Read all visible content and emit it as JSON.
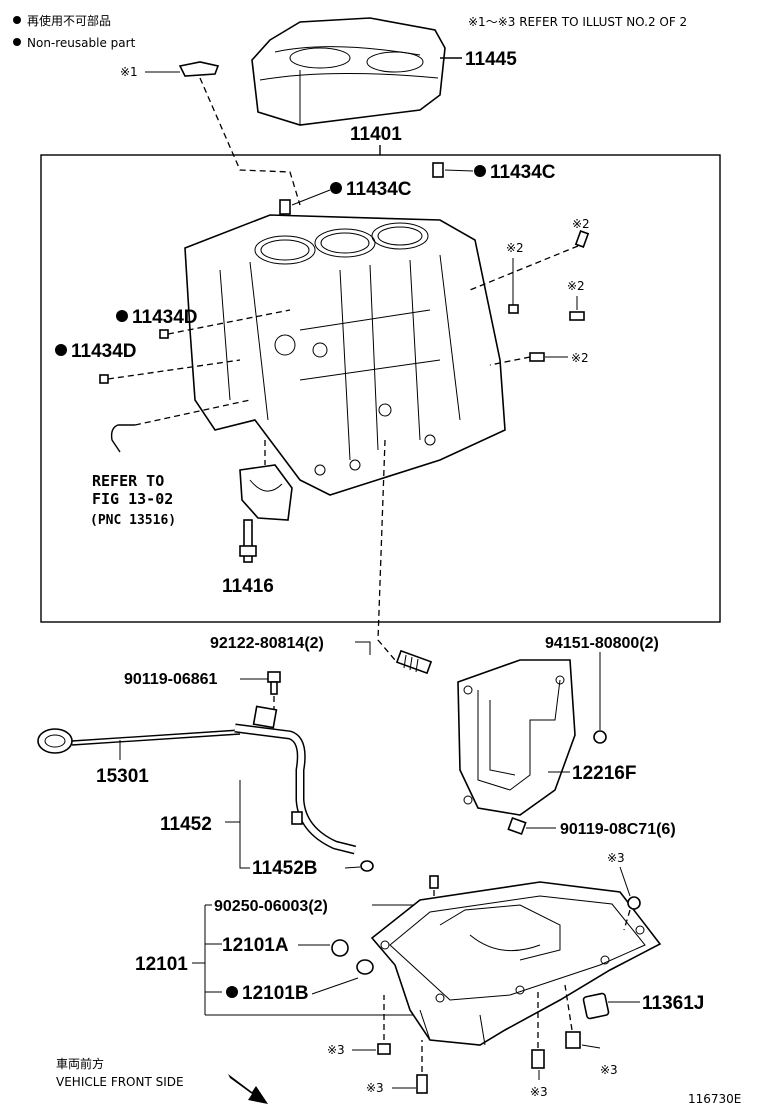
{
  "legend": {
    "non_reusable_jp": "再使用不可部品",
    "non_reusable_en": "Non-reusable part",
    "refer_note": "※1～※3  REFER TO ILLUST NO.2 OF 2"
  },
  "labels": {
    "p11445": "11445",
    "p11401": "11401",
    "p11434c_a": "11434C",
    "p11434c_b": "11434C",
    "p11434d_a": "11434D",
    "p11434d_b": "11434D",
    "p11416": "11416",
    "refer_line1": "REFER TO",
    "refer_line2": "FIG 13-02",
    "refer_line3": "(PNC 13516)",
    "p92122": "92122-80814(2)",
    "p94151": "94151-80800(2)",
    "p90119_06861": "90119-06861",
    "p15301": "15301",
    "p11452": "11452",
    "p11452b": "11452B",
    "p12216f": "12216F",
    "p90119_08c71": "90119-08C71(6)",
    "p90250": "90250-06003(2)",
    "p12101": "12101",
    "p12101a": "12101A",
    "p12101b": "12101B",
    "p11361j": "11361J",
    "ref1": "※1",
    "ref2_a": "※2",
    "ref2_b": "※2",
    "ref2_c": "※2",
    "ref2_d": "※2",
    "ref3_a": "※3",
    "ref3_b": "※3",
    "ref3_c": "※3",
    "ref3_d": "※3",
    "ref3_e": "※3"
  },
  "footer": {
    "front_jp": "車両前方",
    "front_en": "VEHICLE FRONT SIDE",
    "illustration_id": "116730E"
  }
}
